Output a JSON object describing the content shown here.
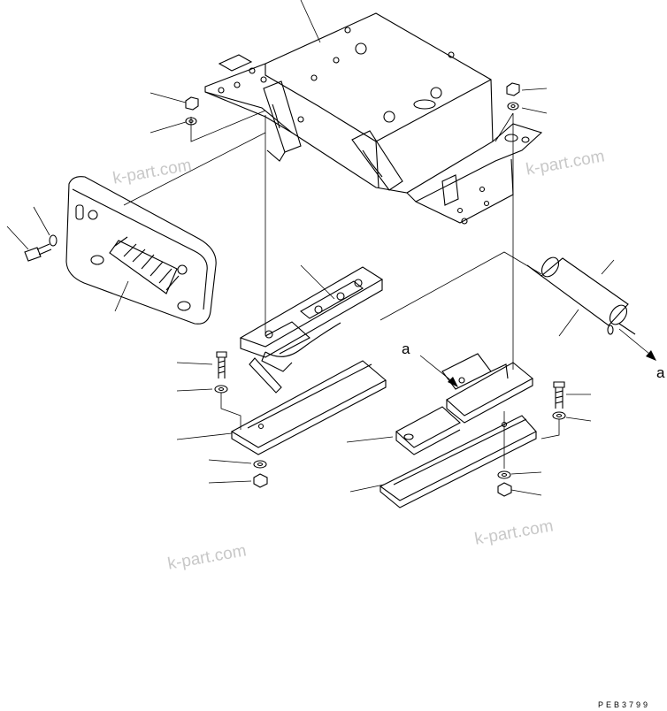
{
  "watermarks": [
    "k-part.com",
    "k-part.com",
    "k-part.com",
    "k-part.com"
  ],
  "view_labels": {
    "a_left": "a",
    "a_right": "a"
  },
  "drawing_code": "PEB3799",
  "colors": {
    "line": "#000000",
    "watermark": "#c8c8c8",
    "background": "#ffffff"
  }
}
